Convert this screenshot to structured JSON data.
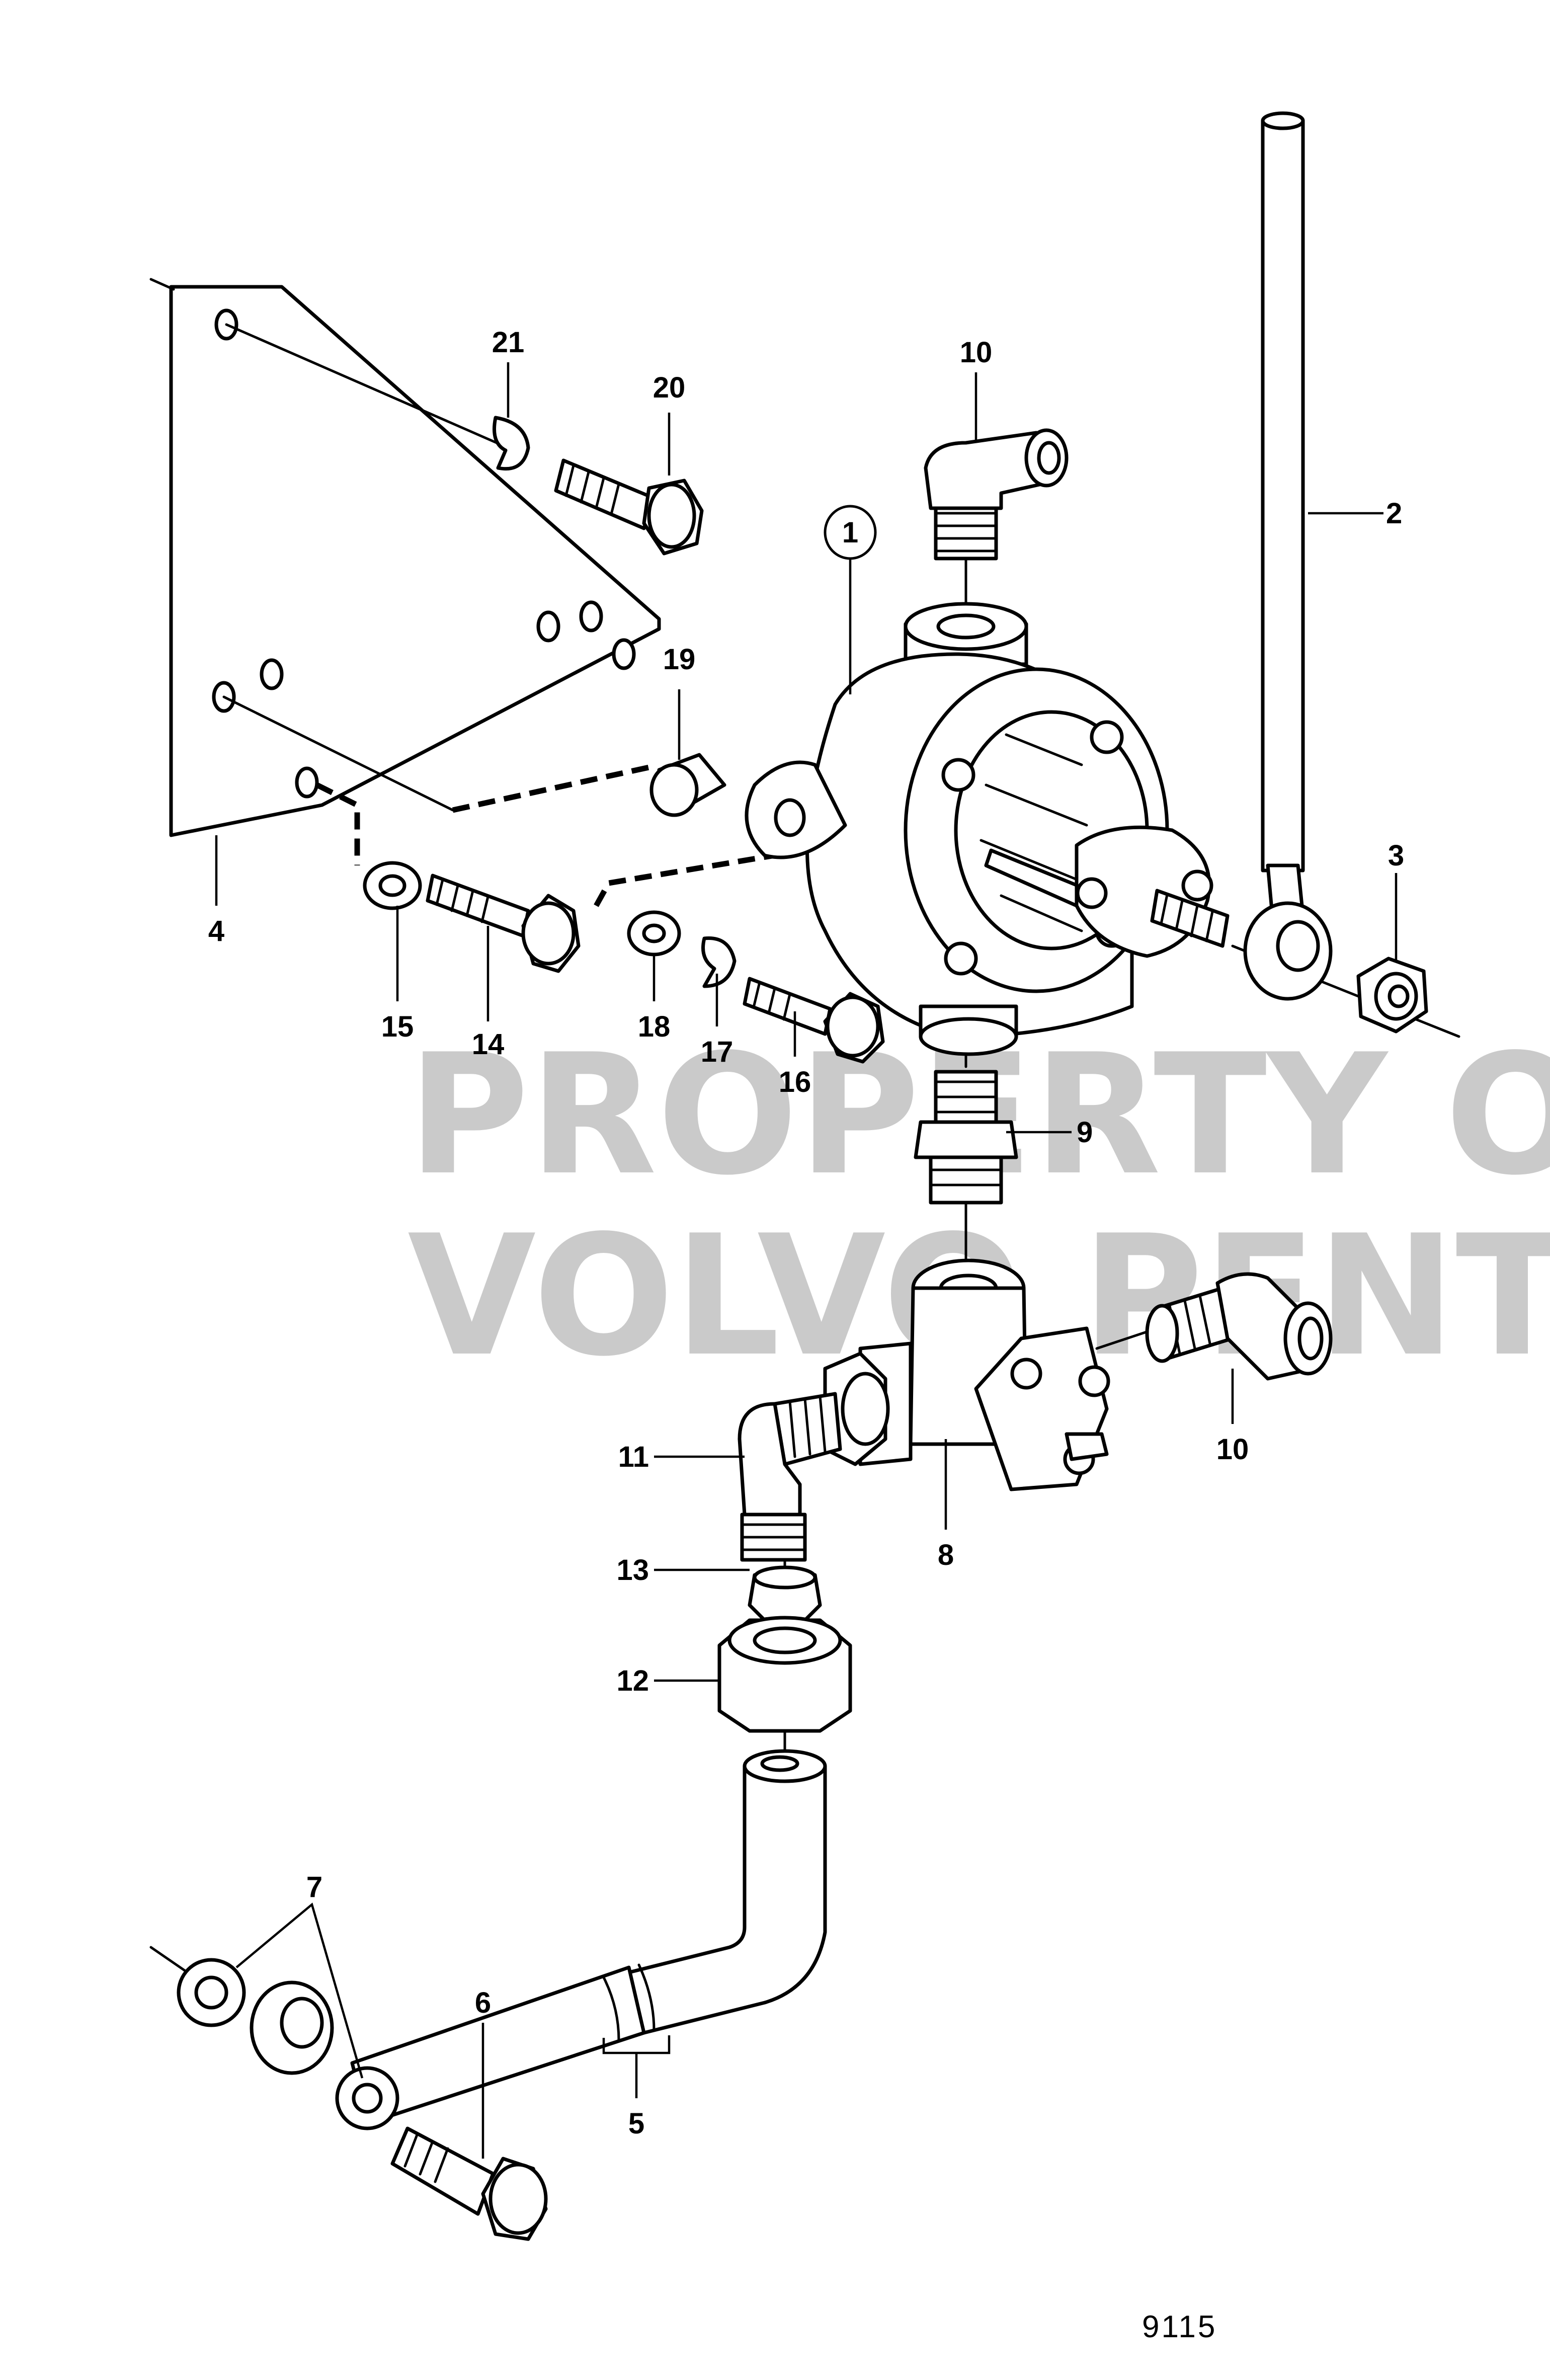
{
  "figure_number": "9115",
  "watermark": {
    "line1": "PROPERTY OF",
    "line2": "VOLVO PENTA",
    "color": "#b9b9b9"
  },
  "callouts": {
    "c1": "1",
    "c2": "2",
    "c3": "3",
    "c4": "4",
    "c5": "5",
    "c6": "6",
    "c7": "7",
    "c8": "8",
    "c9": "9",
    "c10a": "10",
    "c10b": "10",
    "c11": "11",
    "c12": "12",
    "c13": "13",
    "c14": "14",
    "c15": "15",
    "c16": "16",
    "c17": "17",
    "c18": "18",
    "c19": "19",
    "c20": "20",
    "c21": "21"
  },
  "colors": {
    "ink": "#000000",
    "paper": "#ffffff"
  }
}
